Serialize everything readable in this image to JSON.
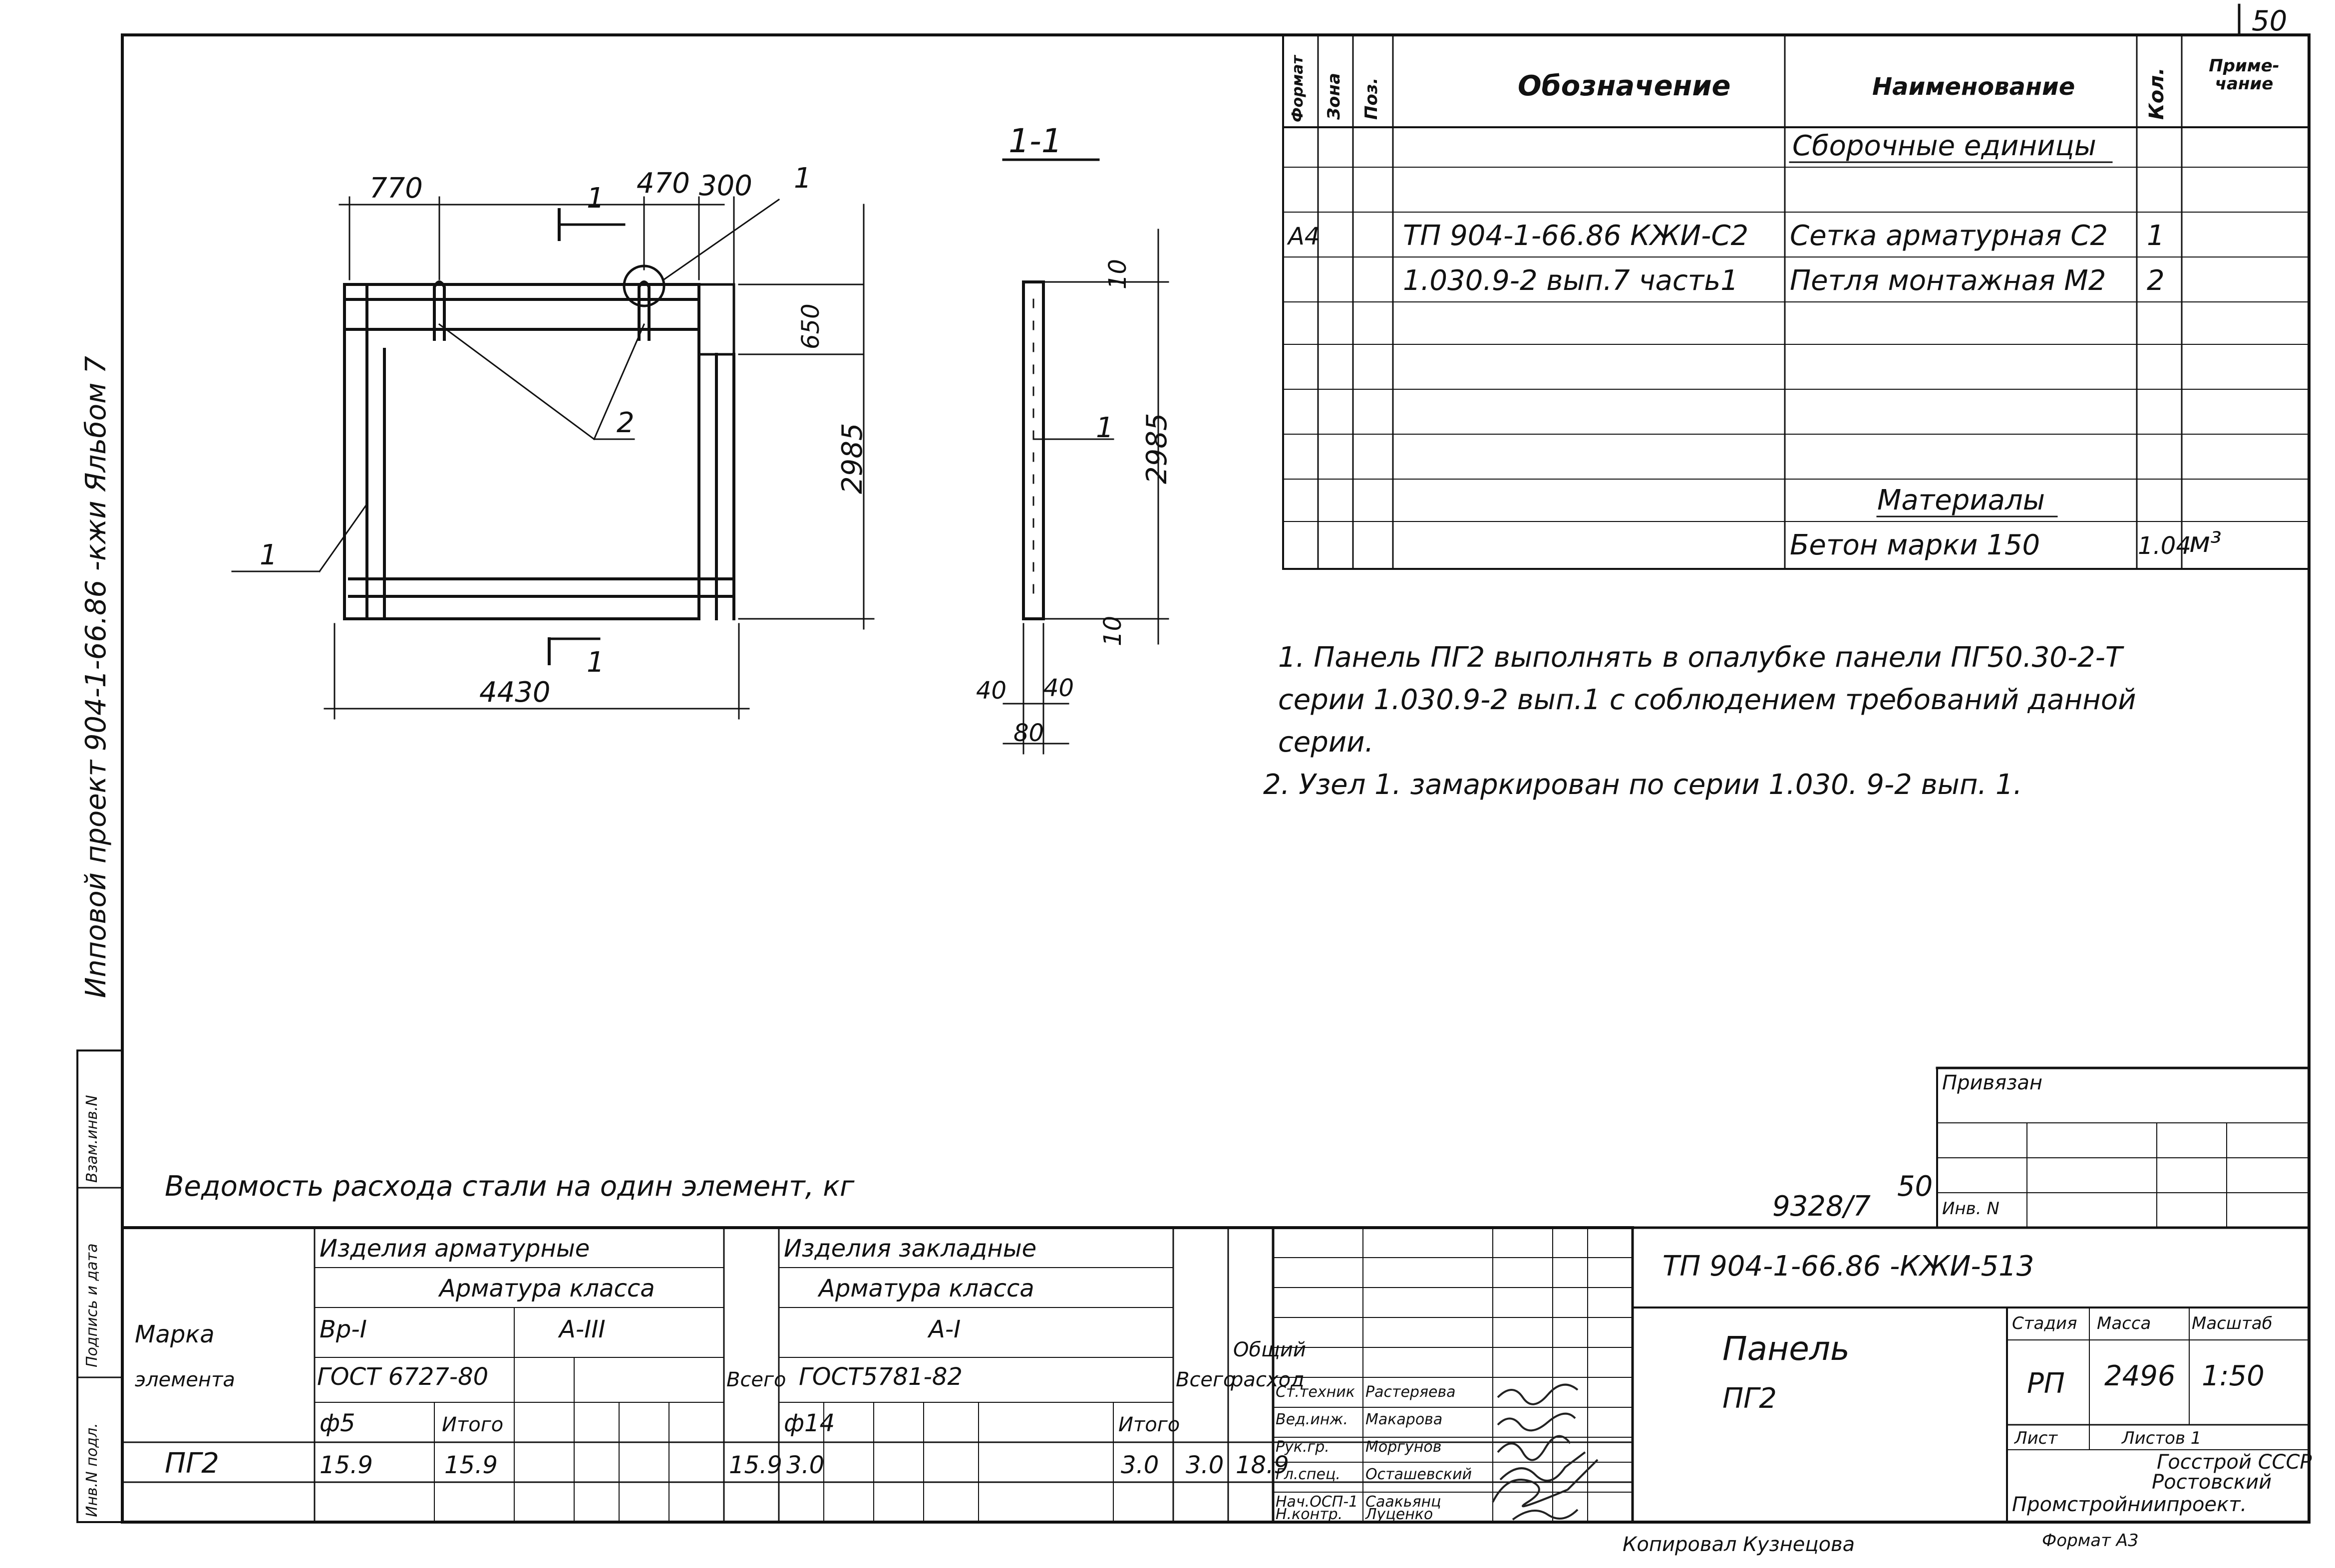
{
  "sheet": {
    "number": "50"
  },
  "side_strip": {
    "album_text": "Иnповой проект 904-1-66.86 -кжи Яльбом 7",
    "small_labels": [
      "Инв.N подл.",
      "Подпись и дата",
      "Взам.инв.N"
    ]
  },
  "drawing": {
    "section_mark": "1",
    "section_title": "1-1",
    "dims": {
      "d770": "770",
      "d470": "470",
      "d300": "300",
      "d650": "650",
      "d2985": "2985",
      "d4430": "4430",
      "d2985b": "2985",
      "d10a": "10",
      "d10b": "10",
      "d40a": "40",
      "d40b": "40",
      "d80": "80"
    },
    "leaders": {
      "l1a": "1",
      "l1b": "1",
      "l2": "2",
      "l1c": "1"
    }
  },
  "spec_table": {
    "headers": {
      "format": "Формат",
      "zone": "Зона",
      "pos": "Поз.",
      "designation": "Обозначение",
      "name": "Наименование",
      "qty": "Кол.",
      "note": "Приме- чание"
    },
    "section_assemblies": "Сборочные единицы",
    "rows": [
      {
        "format": "А4",
        "designation": "ТП 904-1-66.86 КЖИ-С2",
        "name": "Сетка арматурная С2",
        "qty": "1"
      },
      {
        "format": "",
        "designation": "1.030.9-2 вып.7 часть1",
        "name": "Петля монтажная М2",
        "qty": "2"
      }
    ],
    "section_materials": "Материалы",
    "material_row": {
      "name": "Бетон марки 150",
      "qty": "1.04",
      "unit": "м³"
    }
  },
  "notes": [
    "1. Панель ПГ2 выполнять в опалубке панели ПГ50.30-2-Т",
    "серии 1.030.9-2 вып.1 с соблюдением требований данной",
    "серии.",
    "2. Узел 1. замаркирован по серии 1.030. 9-2 вып. 1."
  ],
  "steel_table": {
    "caption": "Ведомость расхода стали на один элемент, кг",
    "h_mark": "Марка",
    "h_element": "элемента",
    "h_arm_products": "Изделия арматурные",
    "h_arm_class1": "Арматура класса",
    "h_bpi": "Вр-I",
    "h_aiii": "А-III",
    "h_gost1": "ГОСТ 6727-80",
    "h_phi5": "ф5",
    "h_itogo1": "Итого",
    "h_total1": "Всего",
    "h_embedded": "Изделия закладные",
    "h_arm_class2": "Арматура класса",
    "h_ai": "А-I",
    "h_gost2": "ГОСТ5781-82",
    "h_phi14": "ф14",
    "h_itogo2": "Итого",
    "h_total2": "Всего",
    "h_common": "Общий",
    "h_rashod": "расход",
    "row": {
      "mark": "ПГ2",
      "phi5": "15.9",
      "itogo1": "15.9",
      "total1": "15.9",
      "phi14": "3.0",
      "itogo2": "3.0",
      "total2": "3.0",
      "common": "18.9"
    }
  },
  "title_block": {
    "privyazan": "Привязан",
    "inv_no": "Инв. N",
    "doc_no": "9328/7",
    "sheet_ref": "50",
    "code": "ТП 904-1-66.86 -КЖИ-513",
    "product_title": "Панель",
    "product_code": "ПГ2",
    "h_stage": "Стадия",
    "h_mass": "Масса",
    "h_scale": "Масштаб",
    "stage": "РП",
    "mass": "2496",
    "scale": "1:50",
    "sheet_label": "Лист",
    "sheets_label": "Листов 1",
    "org": [
      "Госстрой СССР",
      "Ростовский",
      "Промстройниипроект."
    ],
    "signers": [
      {
        "role": "Ст.техник",
        "name": "Растеряева"
      },
      {
        "role": "Вед.инж.",
        "name": "Макарова"
      },
      {
        "role": "Рук.гр.",
        "name": "Моргунов"
      },
      {
        "role": "Гл.спец.",
        "name": "Осташевский"
      },
      {
        "role": "Нач.ОСП-1",
        "name": "Саакьянц"
      },
      {
        "role": "Н.контр.",
        "name": "Луценко"
      }
    ],
    "copied": "Копировал Кузнецова",
    "format": "Формат А3"
  }
}
